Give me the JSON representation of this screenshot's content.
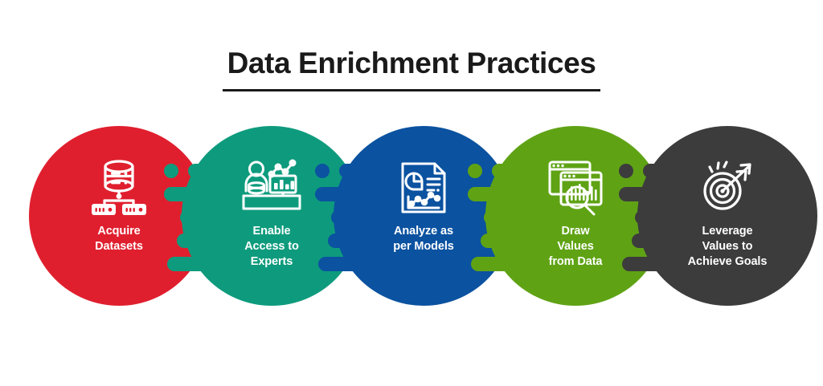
{
  "header": {
    "title": "Data Enrichment Practices"
  },
  "colors": {
    "background": "#ffffff",
    "title_text": "#1a1a1a",
    "label_text": "#ffffff",
    "step_red": "#e01f2e",
    "step_teal": "#0e9b7d",
    "step_blue": "#0b52a0",
    "step_green": "#5fa315",
    "step_gray": "#3c3c3c"
  },
  "flow": {
    "steps": [
      {
        "index": 1,
        "label": "Acquire\nDatasets",
        "color": "#e01f2e",
        "icon": "database-servers-icon"
      },
      {
        "index": 2,
        "label": "Enable\nAccess to\nExperts",
        "color": "#0e9b7d",
        "icon": "analyst-desk-chart-icon"
      },
      {
        "index": 3,
        "label": "Analyze as\nper Models",
        "color": "#0b52a0",
        "icon": "report-pie-line-chart-icon"
      },
      {
        "index": 4,
        "label": "Draw\nValues\nfrom Data",
        "color": "#5fa315",
        "icon": "windows-magnifier-bars-icon"
      },
      {
        "index": 5,
        "label": "Leverage\nValues to\nAchieve Goals",
        "color": "#3c3c3c",
        "icon": "target-arrow-icon"
      }
    ],
    "connectors": [
      {
        "index": 1,
        "from_step": 1,
        "to_step": 2,
        "color": "#0e9b7d"
      },
      {
        "index": 2,
        "from_step": 2,
        "to_step": 3,
        "color": "#0b52a0"
      },
      {
        "index": 3,
        "from_step": 3,
        "to_step": 4,
        "color": "#5fa315"
      },
      {
        "index": 4,
        "from_step": 4,
        "to_step": 5,
        "color": "#3c3c3c"
      }
    ]
  }
}
